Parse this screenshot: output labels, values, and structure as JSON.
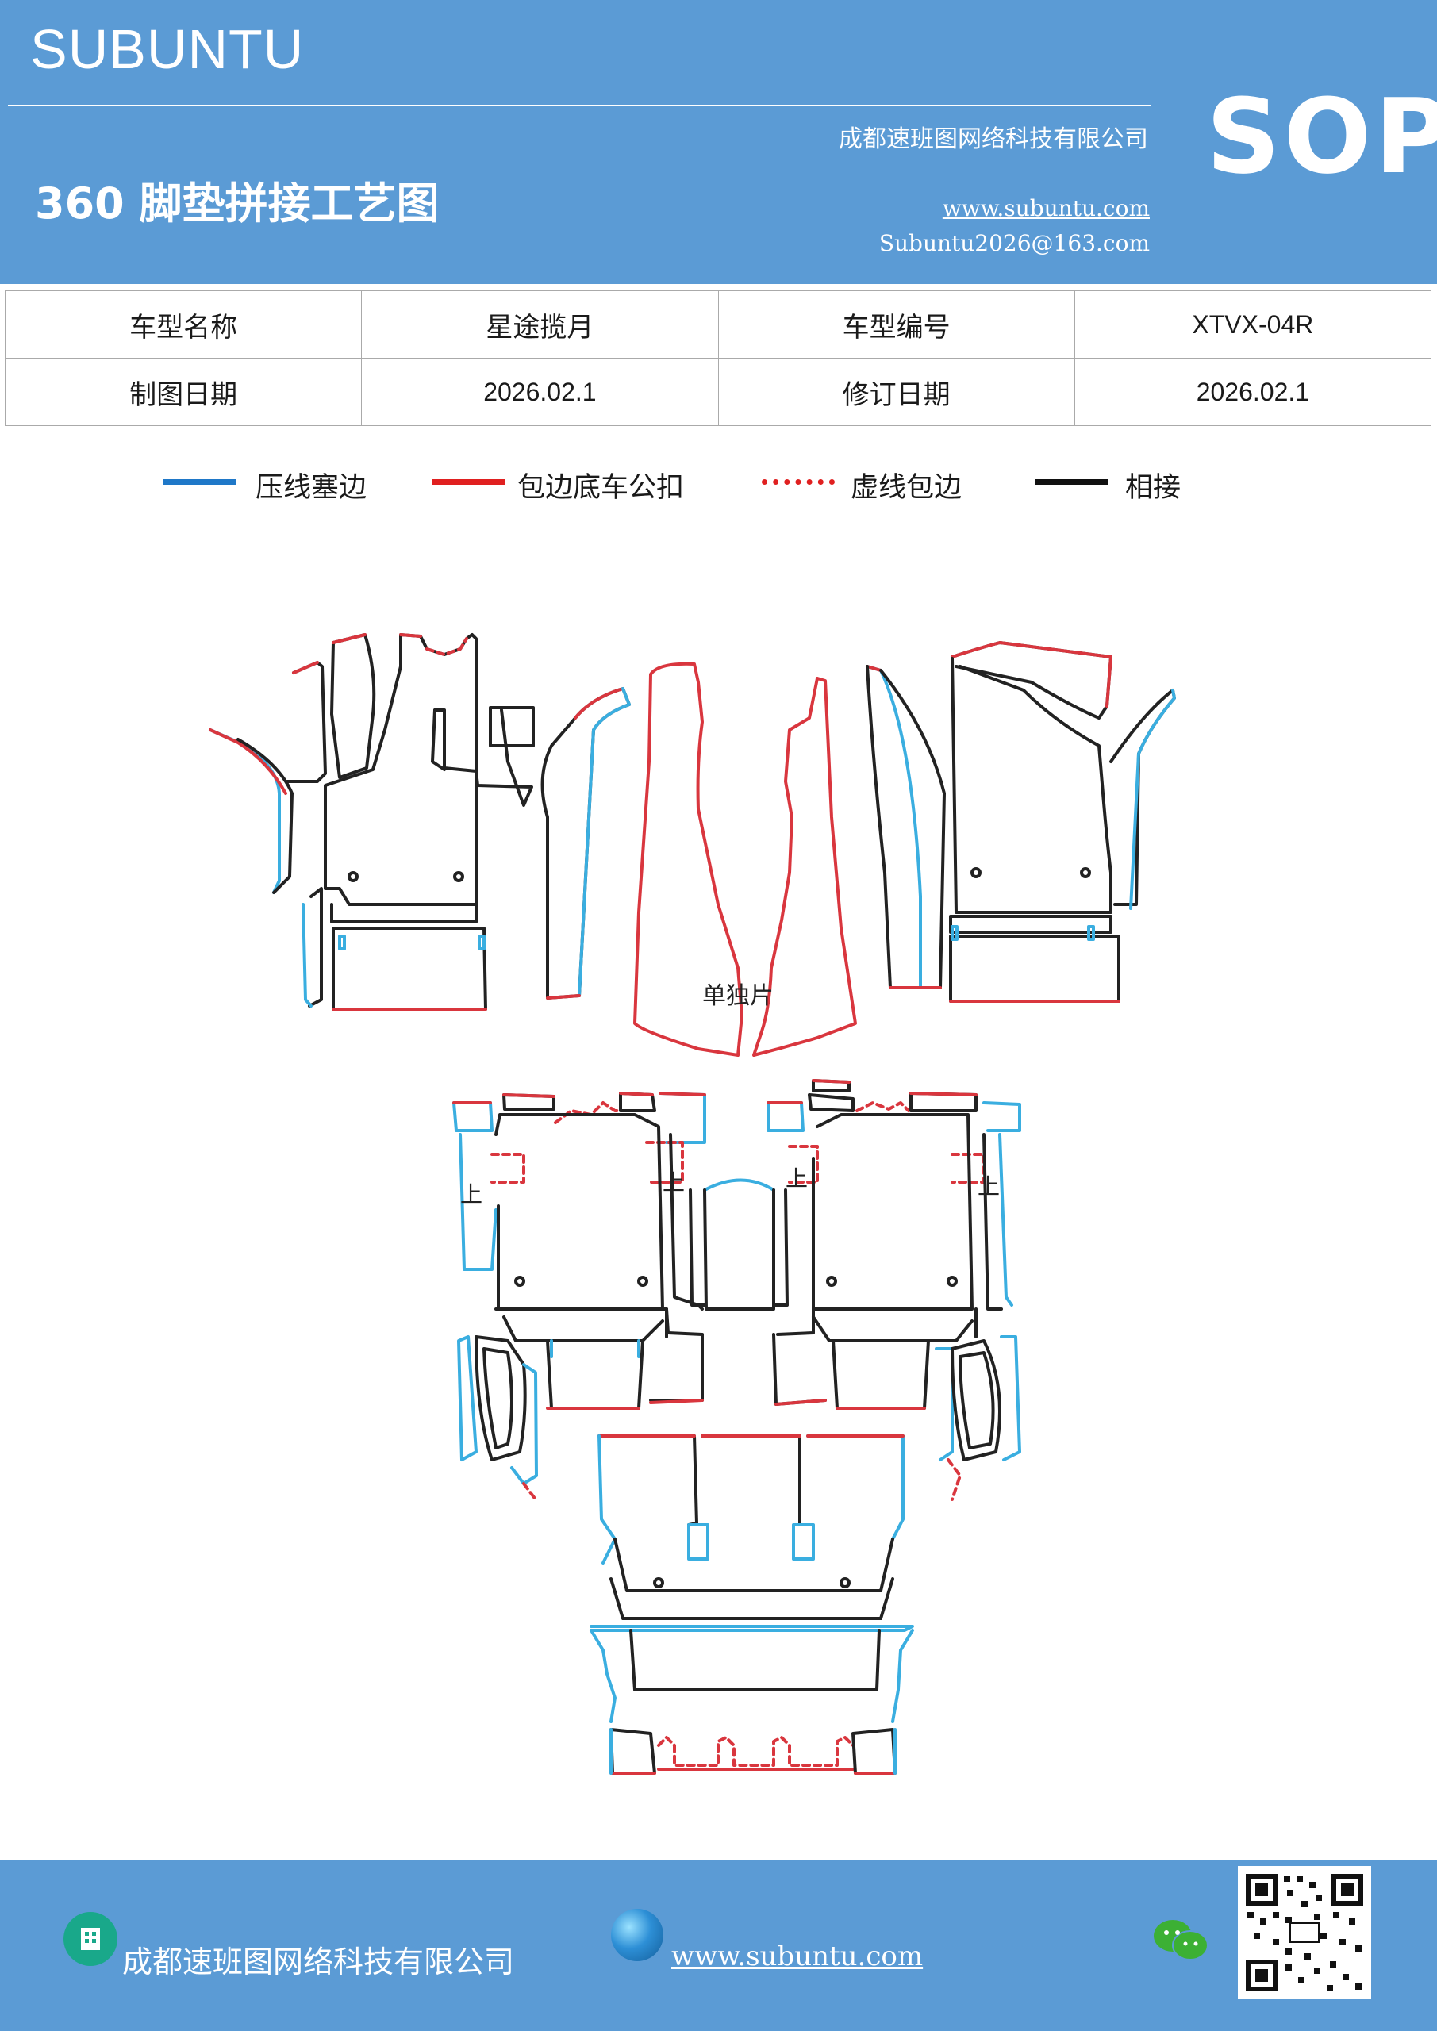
{
  "header": {
    "brand": "SUBUNTU",
    "title": "360 脚垫拼接工艺图",
    "company": "成都速班图网络科技有限公司",
    "website": "www.subuntu.com",
    "email": "Subuntu2026@163.com",
    "badge": "SOP"
  },
  "info_table": {
    "model_name_label": "车型名称",
    "model_name": "星途揽月",
    "model_code_label": "车型编号",
    "model_code": "XTVX-04R",
    "draw_date_label": "制图日期",
    "draw_date": "2026.02.1",
    "revise_date_label": "修订日期",
    "revise_date": "2026.02.1"
  },
  "legend": {
    "items": [
      {
        "label": "压线塞边",
        "color": "#1f78c8",
        "style": "solid"
      },
      {
        "label": "包边底车公扣",
        "color": "#e02020",
        "style": "solid"
      },
      {
        "label": "虚线包边",
        "color": "#e02020",
        "style": "dotted"
      },
      {
        "label": "相接",
        "color": "#111111",
        "style": "solid"
      }
    ]
  },
  "diagram": {
    "single_piece_label": "单独片",
    "up_mark": "上"
  },
  "colors": {
    "header_bg": "#5b9bd5",
    "blue_edge": "#3aaee0",
    "red_edge": "#d9363e",
    "black_edge": "#222222"
  },
  "footer": {
    "company": "成都速班图网络科技有限公司",
    "website": "www.subuntu.com",
    "icons": [
      "building-icon",
      "globe-icon",
      "wechat-icon",
      "qr-code"
    ]
  }
}
